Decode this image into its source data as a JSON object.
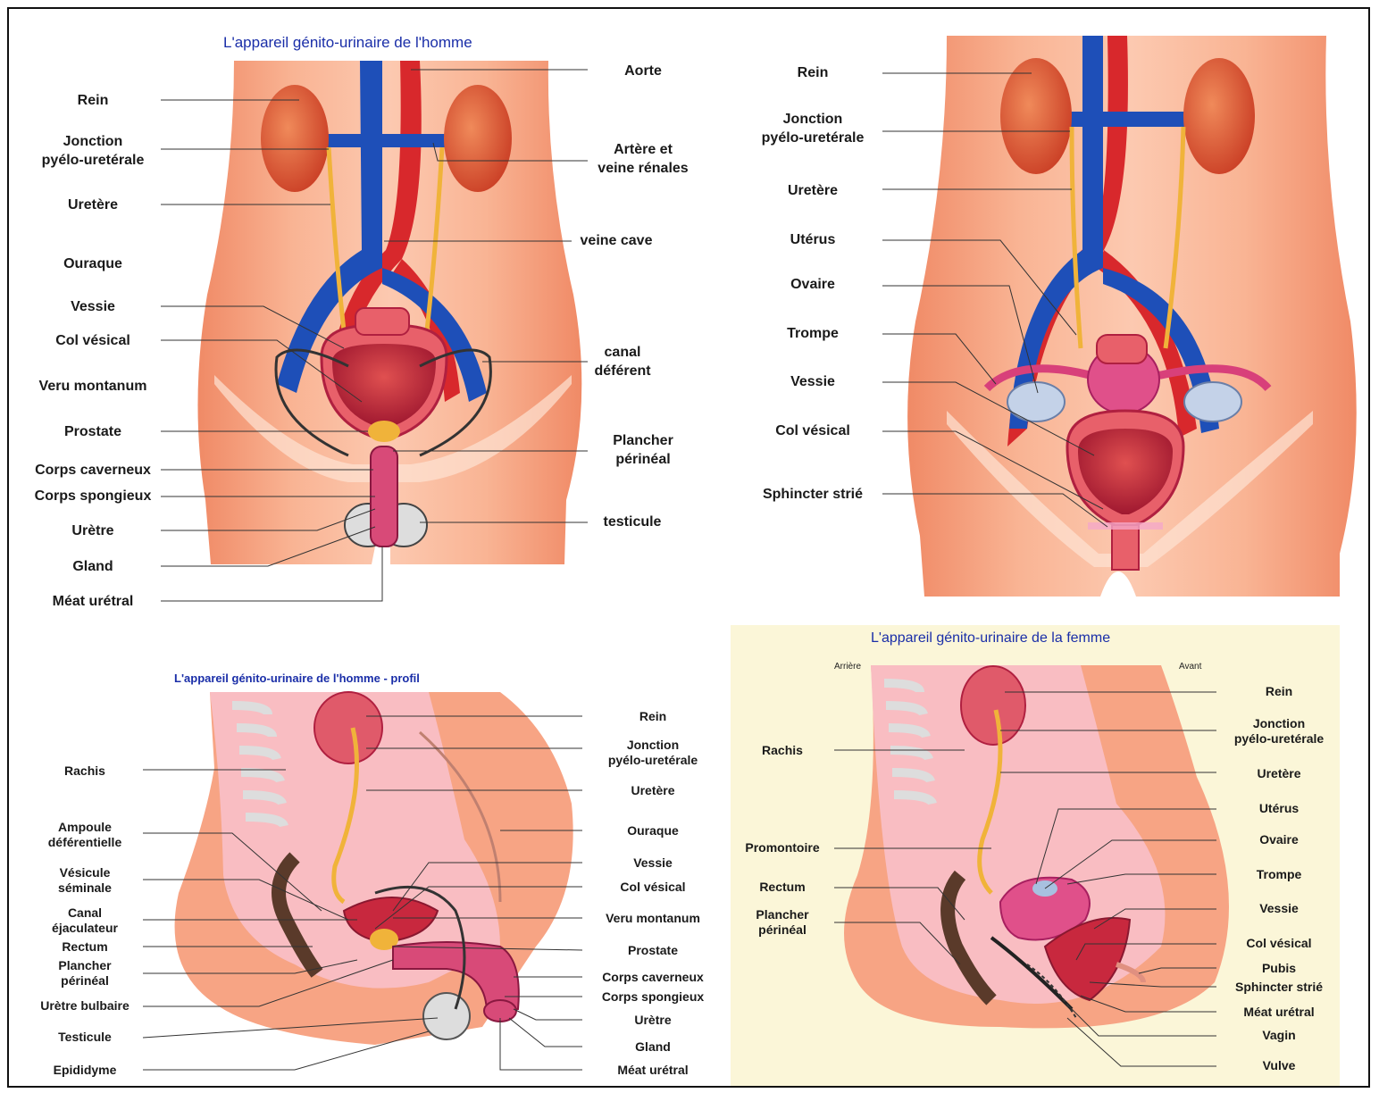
{
  "panels": {
    "male_front": {
      "title": "L'appareil génito-urinaire de l'homme",
      "labels": {
        "rein": "Rein",
        "jonction": "Jonction\npyélo-uretérale",
        "uretere": "Uretère",
        "ouraque": "Ouraque",
        "vessie": "Vessie",
        "col": "Col vésical",
        "veru": "Veru montanum",
        "prostate": "Prostate",
        "corps_cav": "Corps caverneux",
        "corps_spo": "Corps spongieux",
        "uretre": "Urètre",
        "gland": "Gland",
        "meat": "Méat urétral",
        "aorte": "Aorte",
        "artere": "Artère et\nveine rénales",
        "veine": "veine cave",
        "canal": "canal\ndéférent",
        "plancher": "Plancher\npérinéal",
        "testicule": "testicule"
      }
    },
    "female_front": {
      "labels": {
        "rein": "Rein",
        "jonction": "Jonction\npyélo-uretérale",
        "uretere": "Uretère",
        "uterus": "Utérus",
        "ovaire": "Ovaire",
        "trompe": "Trompe",
        "vessie": "Vessie",
        "col": "Col vésical",
        "sphincter": "Sphincter strié"
      }
    },
    "male_profile": {
      "title": "L'appareil génito-urinaire de l'homme - profil",
      "labels": {
        "rachis": "Rachis",
        "ampoule": "Ampoule\ndéférentielle",
        "vesicule": "Vésicule\nséminale",
        "canal_ej": "Canal\néjaculateur",
        "rectum": "Rectum",
        "plancher": "Plancher\npérinéal",
        "uretre_bulb": "Urètre bulbaire",
        "testicule": "Testicule",
        "epididyme": "Epididyme",
        "rein": "Rein",
        "jonction": "Jonction\npyélo-uretérale",
        "uretere": "Uretère",
        "ouraque": "Ouraque",
        "vessie": "Vessie",
        "col": "Col vésical",
        "veru": "Veru montanum",
        "prostate": "Prostate",
        "corps_cav": "Corps caverneux",
        "corps_spo": "Corps spongieux",
        "uretre": "Urètre",
        "gland": "Gland",
        "meat": "Méat urétral"
      }
    },
    "female_profile": {
      "title": "L'appareil génito-urinaire de la femme",
      "arriere": "Arrière",
      "avant": "Avant",
      "labels": {
        "rachis": "Rachis",
        "promontoire": "Promontoire",
        "rectum": "Rectum",
        "plancher": "Plancher\npérinéal",
        "rein": "Rein",
        "jonction": "Jonction\npyélo-uretérale",
        "uretere": "Uretère",
        "uterus": "Utérus",
        "ovaire": "Ovaire",
        "trompe": "Trompe",
        "vessie": "Vessie",
        "col": "Col vésical",
        "pubis": "Pubis",
        "sphincter": "Sphincter strié",
        "meat": "Méat urétral",
        "vagin": "Vagin",
        "vulve": "Vulve"
      }
    }
  },
  "colors": {
    "skin": "#f7a484",
    "skin_light": "#fbd0bb",
    "artery": "#d8282c",
    "vein": "#1e4fb8",
    "kidney": "#e05a38",
    "ureter": "#f0b33a",
    "bladder": "#c8283e",
    "title": "#1a2ea8"
  }
}
